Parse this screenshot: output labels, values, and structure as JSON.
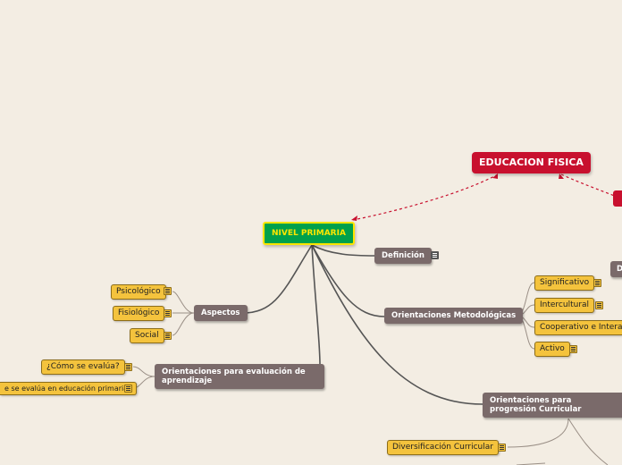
{
  "root": {
    "label": "EDUCACION FISICA",
    "color": "#c8102e"
  },
  "main_topic": {
    "label": "NIVEL PRIMARIA",
    "color": "#00a14b",
    "text_color": "#ffe600"
  },
  "branches": {
    "definicion": "Definición",
    "aspectos": "Aspectos",
    "orientaciones_metodologicas": "Orientaciones Metodológicas",
    "orientaciones_evaluacion": "Orientaciones para evaluación de aprendizaje",
    "orientaciones_progresion": "Orientaciones para progresión Curricular",
    "right_partial": "D"
  },
  "aspectos_items": [
    "Psicológico",
    "Fisiológico",
    "Social"
  ],
  "metodologicas_items": [
    "Significativo",
    "Intercultural",
    "Cooperativo e Intera",
    "Activo"
  ],
  "evaluacion_items": [
    "¿Cómo se evalúa?",
    "e se evalúa en educación primaria?"
  ],
  "progresion_items": [
    "Diversificación Curricular"
  ],
  "icons": {
    "note": "note-icon"
  }
}
